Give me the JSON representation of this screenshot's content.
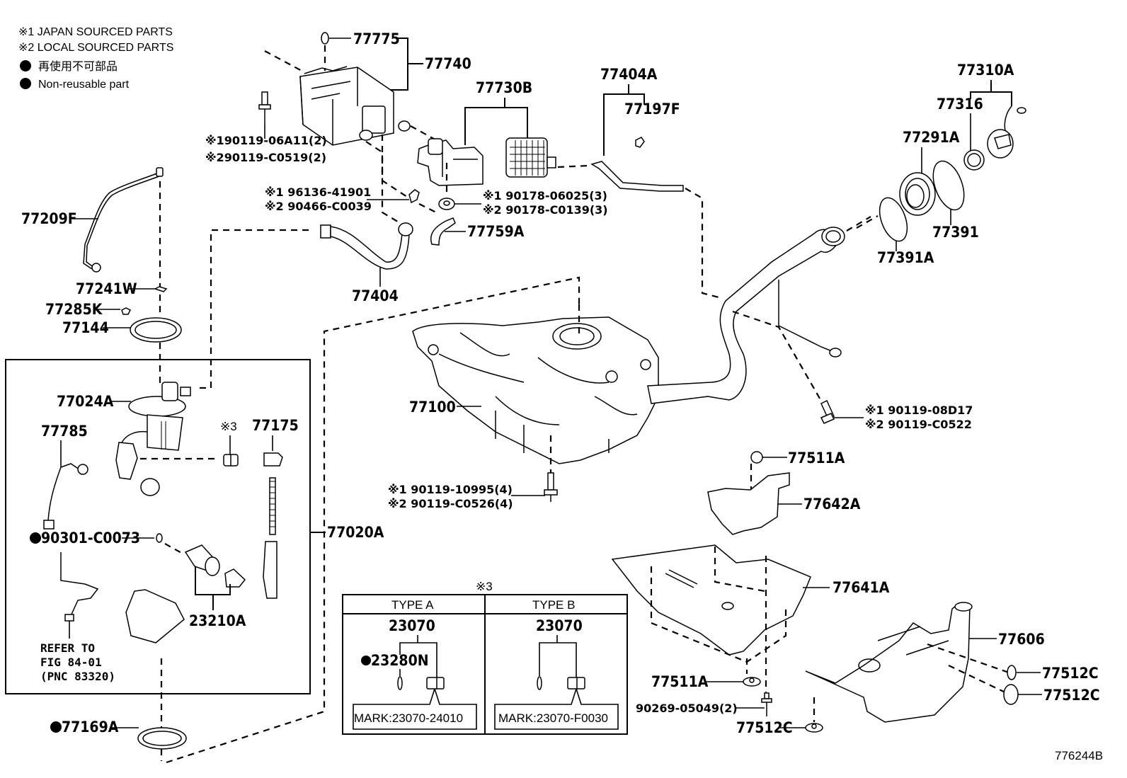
{
  "legend": {
    "note1": "※1 JAPAN SOURCED PARTS",
    "note2": "※2 LOCAL SOURCED PARTS",
    "nonreusable_jp": "再使用不可部品",
    "nonreusable_en": "Non-reusable part"
  },
  "labels": {
    "p77775": "77775",
    "p77740": "77740",
    "p77730B": "77730B",
    "p77404A": "77404A",
    "p77197F": "77197F",
    "p77310A": "77310A",
    "p77316": "77316",
    "p77291A": "77291A",
    "p77391": "77391",
    "p77391A": "77391A",
    "bolt_canister_1": "※190119-06A11(2)",
    "bolt_canister_2": "※290119-C0519(2)",
    "clamp_1": "※1 96136-41901",
    "clamp_2": "※2 90466-C0039",
    "nut_1": "※1 90178-06025(3)",
    "nut_2": "※2 90178-C0139(3)",
    "p77759A": "77759A",
    "p77209F": "77209F",
    "p77404": "77404",
    "p77241W": "77241W",
    "p77285K": "77285K",
    "p77144": "77144",
    "p77024A": "77024A",
    "p77785": "77785",
    "mark3": "※3",
    "p77175": "77175",
    "p90301": "90301-C0073",
    "p23210A": "23210A",
    "refer_line1": "REFER TO",
    "refer_line2": "FIG 84-01",
    "refer_line3": "(PNC 83320)",
    "p77020A": "77020A",
    "p77169A": "77169A",
    "p77100": "77100",
    "tank_bolt_1": "※1 90119-10995(4)",
    "tank_bolt_2": "※2 90119-C0526(4)",
    "filler_bolt_1": "※1 90119-08D17",
    "filler_bolt_2": "※2 90119-C0522",
    "p77511A_top": "77511A",
    "p77642A": "77642A",
    "p77641A": "77641A",
    "p77606": "77606",
    "p77511A_bottom": "77511A",
    "p90269": "90269-05049(2)",
    "p77512C_bottom": "77512C",
    "p77512C_r1": "77512C",
    "p77512C_r2": "77512C",
    "figure_id": "776244B"
  },
  "type_table": {
    "header_mark": "※3",
    "type_a": {
      "title": "TYPE A",
      "part": "23070",
      "sub_part": "23280N",
      "mark": "MARK:23070-24010"
    },
    "type_b": {
      "title": "TYPE B",
      "part": "23070",
      "mark": "MARK:23070-F0030"
    }
  }
}
